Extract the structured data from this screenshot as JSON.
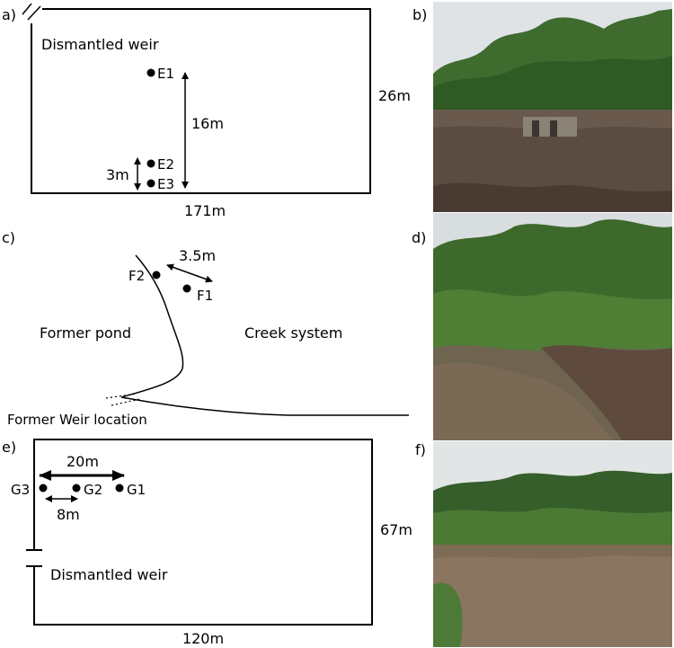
{
  "panels": {
    "a": {
      "label": "a)",
      "weir_label": "Dismantled weir",
      "points": [
        "E1",
        "E2",
        "E3"
      ],
      "dist_long": "16m",
      "dist_short": "3m",
      "width": "171m",
      "height": "26m"
    },
    "b": {
      "label": "b)",
      "photo": "field-photo-dismantled-weir-mudflat"
    },
    "c": {
      "label": "c)",
      "points": [
        "F2",
        "F1"
      ],
      "dist": "3.5m",
      "left_area": "Former pond",
      "right_area": "Creek system",
      "weir_label": "Former Weir location"
    },
    "d": {
      "label": "d)",
      "photo": "field-photo-creek-mangroves"
    },
    "e": {
      "label": "e)",
      "points": [
        "G3",
        "G2",
        "G1"
      ],
      "dist_long": "20m",
      "dist_short": "8m",
      "weir_label": "Dismantled weir",
      "width": "120m",
      "height": "67m"
    },
    "f": {
      "label": "f)",
      "photo": "field-photo-mangrove-pond-water"
    }
  },
  "colors": {
    "line": "#000000",
    "background": "#ffffff"
  }
}
